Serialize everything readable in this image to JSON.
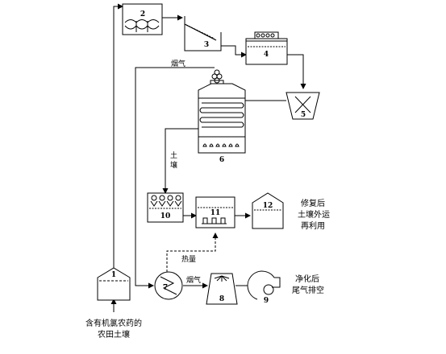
{
  "units": {
    "u1": "1",
    "u2": "2",
    "u3": "3",
    "u4": "4",
    "u5": "5",
    "u6": "6",
    "u7": "7",
    "u8": "8",
    "u9": "9",
    "u10": "10",
    "u11": "11",
    "u12": "12"
  },
  "labels": {
    "flue_gas_top": "烟气",
    "soil": [
      "土",
      "壤"
    ],
    "heat": "热量",
    "flue_gas_bottom": "烟气",
    "output_soil": [
      "修复后",
      "土壤外运",
      "再利用"
    ],
    "output_gas": [
      "净化后",
      "尾气排空"
    ],
    "input": [
      "含有机氯农药的",
      "农田土壤"
    ]
  }
}
